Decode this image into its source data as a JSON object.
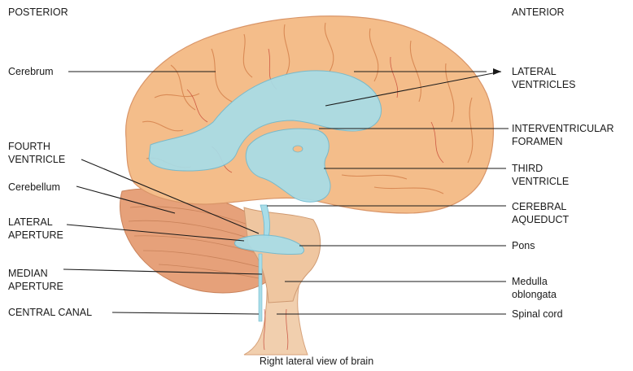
{
  "orientation": {
    "left": "POSTERIOR",
    "right": "ANTERIOR"
  },
  "caption": "Right lateral view of brain",
  "labels": {
    "cerebrum": "Cerebrum",
    "fourth_ventricle": [
      "FOURTH",
      "VENTRICLE"
    ],
    "cerebellum": "Cerebellum",
    "lateral_aperture": [
      "LATERAL",
      "APERTURE"
    ],
    "median_aperture": [
      "MEDIAN",
      "APERTURE"
    ],
    "central_canal": "CENTRAL CANAL",
    "lateral_ventricles": [
      "LATERAL",
      "VENTRICLES"
    ],
    "interventricular_foramen": [
      "INTERVENTRICULAR",
      "FORAMEN"
    ],
    "third_ventricle": [
      "THIRD",
      "VENTRICLE"
    ],
    "cerebral_aqueduct": [
      "CEREBRAL",
      "AQUEDUCT"
    ],
    "pons": "Pons",
    "medulla_oblongata": [
      "Medulla",
      "oblongata"
    ],
    "spinal_cord": "Spinal cord"
  },
  "colors": {
    "brain": "#f4bd8a",
    "brain_shadow": "#e9a06a",
    "sulcus": "#d98a55",
    "cerebellum": "#e6a17a",
    "brainstem": "#efc6a0",
    "ventricle": "#a8dde8",
    "ventricle_edge": "#6fb9cf",
    "vessel": "#c0392b",
    "leader": "#1a1a1a"
  }
}
